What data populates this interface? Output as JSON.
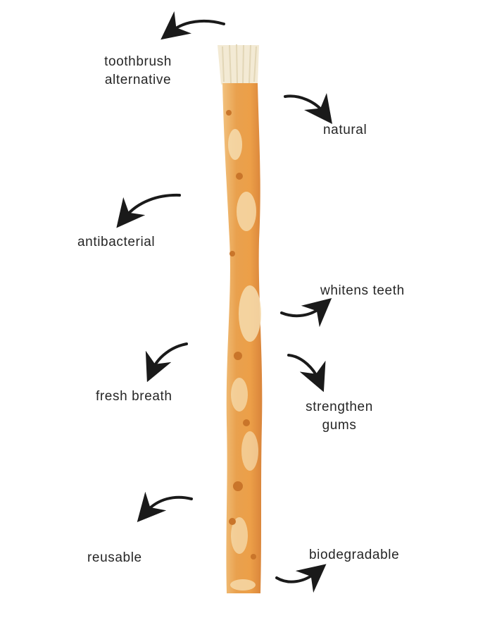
{
  "benefits": {
    "toothbrush_alternative": [
      "toothbrush",
      "alternative"
    ],
    "natural": "natural",
    "antibacterial": "antibacterial",
    "whitens_teeth": "whitens teeth",
    "fresh_breath": "fresh breath",
    "strengthen_gums": [
      "strengthen",
      "gums"
    ],
    "reusable": "reusable",
    "biodegradable": "biodegradable"
  },
  "colors": {
    "background": "#ffffff",
    "stick_main": "#e9a14e",
    "stick_light": "#f6dcae",
    "stick_dark": "#c9752a",
    "bristles": "#f3ead4",
    "arrow": "#1a1a1a",
    "text": "#262626"
  },
  "icons": {
    "arrow": "curved-arrow-icon",
    "product": "miswak-stick"
  }
}
